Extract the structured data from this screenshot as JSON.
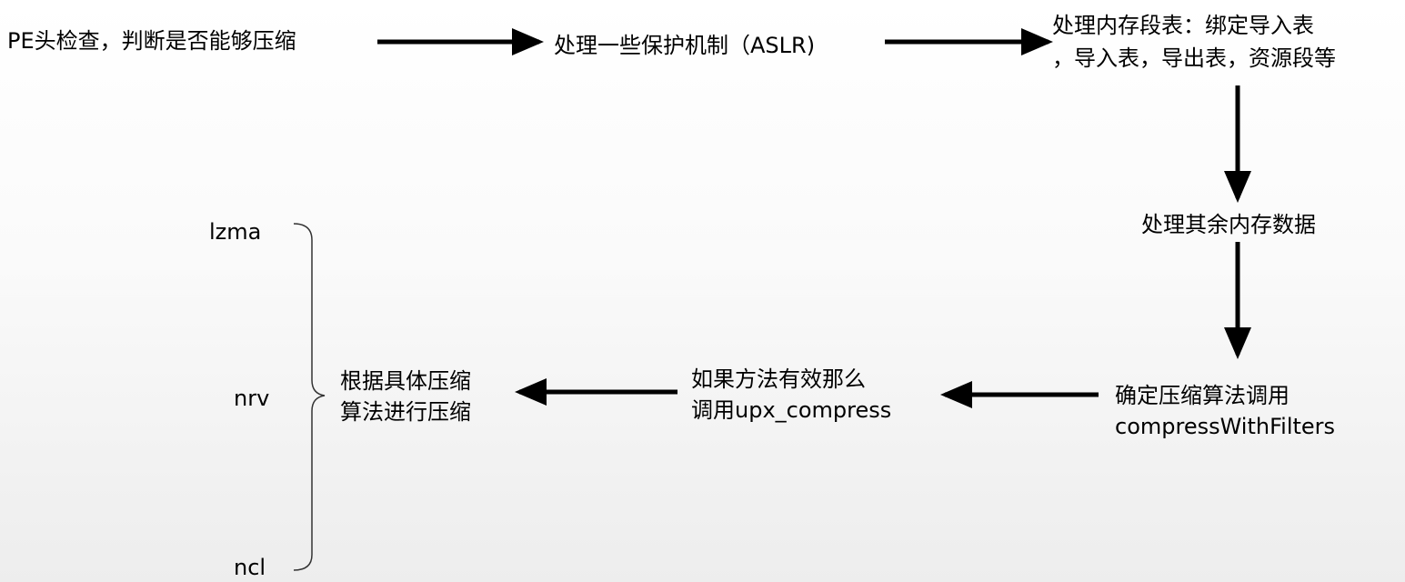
{
  "steps": {
    "pe_check": "PE头检查，判断是否能够压缩",
    "protection": "处理一些保护机制（ASLR)",
    "segments_line1": "处理内存段表：绑定导入表",
    "segments_line2": "，导入表，导出表，资源段等",
    "other_memory": "处理其余内存数据",
    "choose_line1": "确定压缩算法调用",
    "choose_line2": "compressWithFilters",
    "upx_line1": "如果方法有效那么",
    "upx_line2": "调用upx_compress",
    "compress_line1": "根据具体压缩",
    "compress_line2": "算法进行压缩"
  },
  "algorithms": [
    "lzma",
    "nrv",
    "ncl"
  ],
  "colors": {
    "arrow": "#000000",
    "bracket": "#333333",
    "text": "#000000"
  }
}
